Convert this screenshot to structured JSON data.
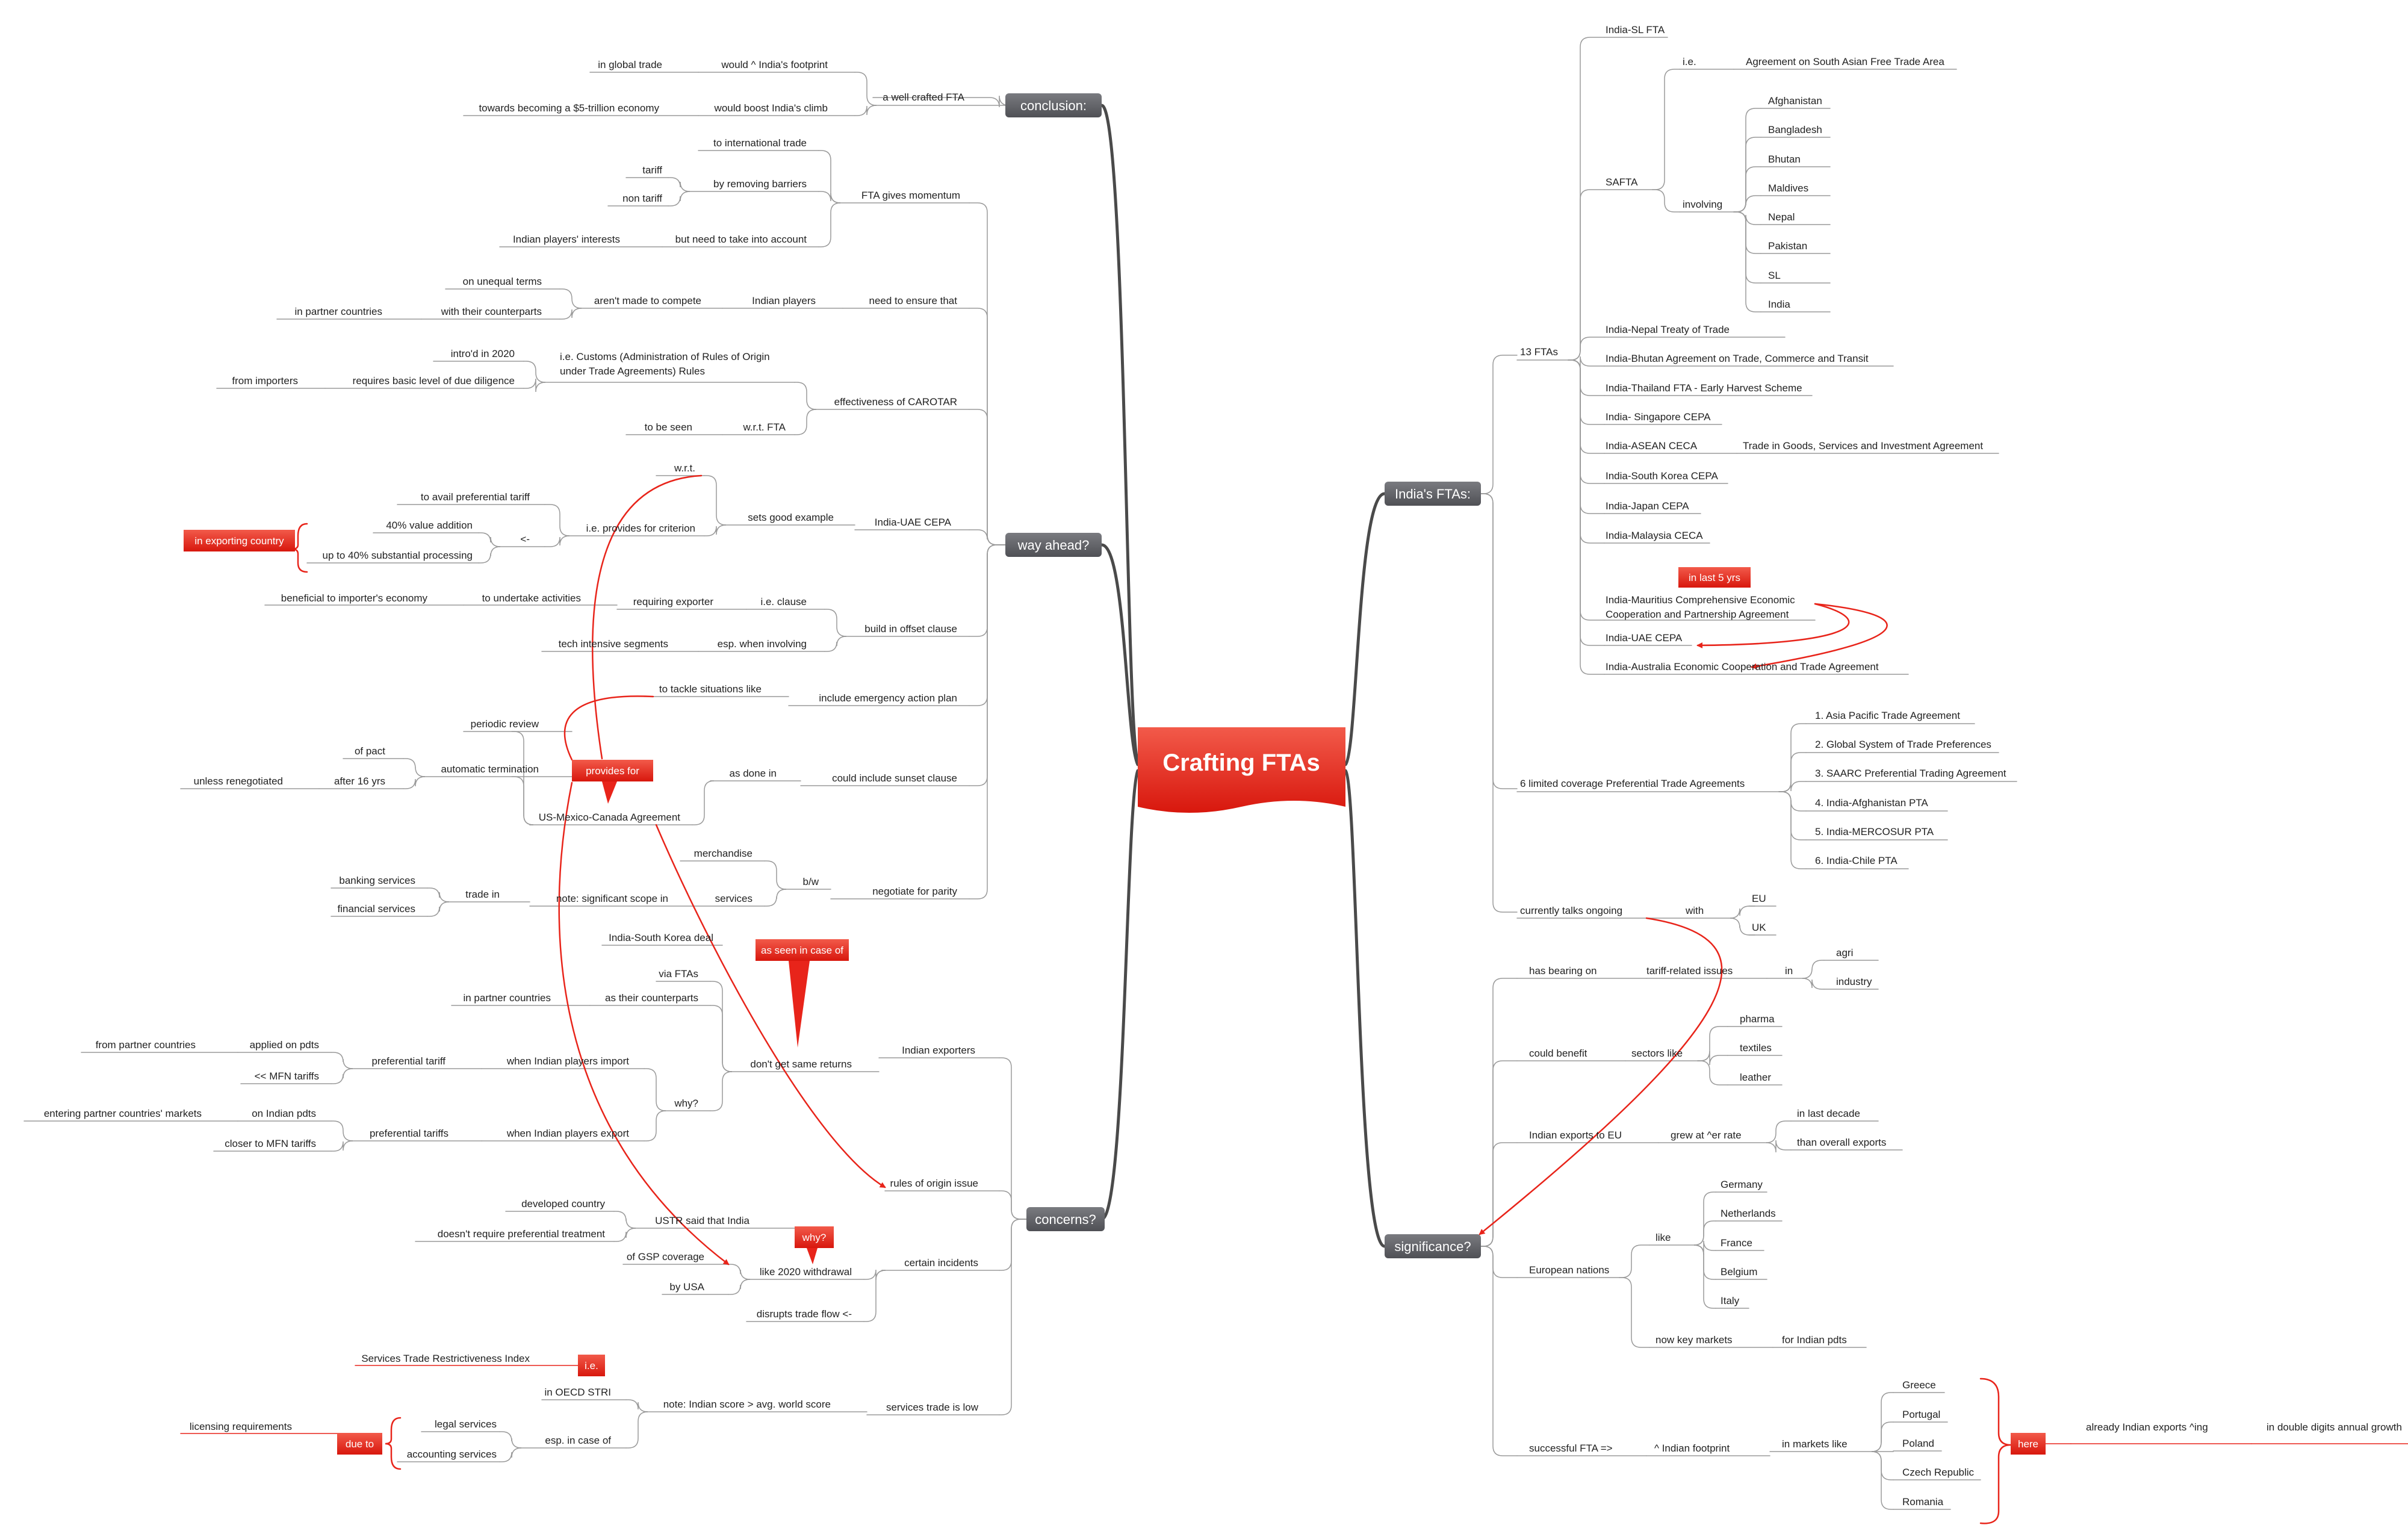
{
  "colors": {
    "line": "#9a9a9a",
    "branch": "#4a4a4a",
    "accent": "#e8241a",
    "header": "#5d5e63"
  },
  "central": "Crafting FTAs",
  "headers": {
    "india": "India's FTAs:",
    "significance": "significance?",
    "conclusion": "conclusion:",
    "way": "way ahead?",
    "concerns": "concerns?"
  },
  "nodes": {
    "i_sl": "India-SL FTA",
    "i_ie": "i.e.",
    "i_safta_full": "Agreement on South Asian Free Trade Area",
    "c_afg": "Afghanistan",
    "c_bang": "Bangladesh",
    "c_bhu": "Bhutan",
    "c_mal": "Maldives",
    "c_nep": "Nepal",
    "c_pak": "Pakistan",
    "c_sl": "SL",
    "c_ind": "India",
    "i_involving": "involving",
    "i_safta": "SAFTA",
    "i_nepal": "India-Nepal Treaty of Trade",
    "i_bhutan": "India-Bhutan Agreement on Trade, Commerce and Transit",
    "i_thai": "India-Thailand FTA - Early Harvest Scheme",
    "i_sing": "India- Singapore CEPA",
    "i_asean": "India-ASEAN CECA",
    "i_asean_note": "Trade in Goods, Services and Investment Agreement",
    "i_korea": "India-South Korea CEPA",
    "i_japan": "India-Japan CEPA",
    "i_malaysia": "India-Malaysia CECA",
    "i_mauri1": "India-Mauritius Comprehensive Economic",
    "i_mauri2": "Cooperation and Partnership Agreement",
    "i_uae": "India-UAE CEPA",
    "i_aus": "India-Australia Economic Cooperation and Trade Agreement",
    "i_13": "13 FTAs",
    "p1": "1. Asia Pacific Trade Agreement",
    "p2": "2. Global System of Trade Preferences",
    "p3": "3. SAARC Preferential Trading Agreement",
    "p4": "4. India-Afghanistan PTA",
    "p5": "5. India-MERCOSUR PTA",
    "p6": "6. India-Chile PTA",
    "i_pta": "6 limited coverage Preferential Trade Agreements",
    "i_talks": "currently talks ongoing",
    "i_with": "with",
    "i_eu": "EU",
    "i_uk": "UK",
    "s_bearing": "has bearing on",
    "s_tariff": "tariff-related issues",
    "s_in": "in",
    "s_agri": "agri",
    "s_industry": "industry",
    "s_benefit": "could benefit",
    "s_sectors": "sectors like",
    "s_pharma": "pharma",
    "s_textiles": "textiles",
    "s_leather": "leather",
    "s_eu_exp": "Indian exports to EU",
    "s_grew": "grew at ^er rate",
    "s_decade": "in last decade",
    "s_overall": "than overall exports",
    "s_euro": "European nations",
    "s_like": "like",
    "s_ger": "Germany",
    "s_neth": "Netherlands",
    "s_fra": "France",
    "s_bel": "Belgium",
    "s_ita": "Italy",
    "s_key": "now key markets",
    "s_forpdts": "for Indian pdts",
    "s_succ": "successful FTA =>",
    "s_foot": "^ Indian footprint",
    "s_markets": "in markets like",
    "s_gre": "Greece",
    "s_por": "Portugal",
    "s_pol": "Poland",
    "s_cze": "Czech Republic",
    "s_rom": "Romania",
    "s_already": "already Indian exports ^ing",
    "s_double": "in double digits annual growth",
    "cn_wellfta": "a well crafted FTA",
    "cn_footprint": "would ^ India's footprint",
    "cn_global": "in global trade",
    "cn_climb": "would boost India's climb",
    "cn_5tn": "towards becoming a $5-trillion economy",
    "w_momentum": "FTA gives momentum",
    "w_intl": "to international trade",
    "w_removing": "by removing barriers",
    "w_tariff": "tariff",
    "w_nontariff": "non tariff",
    "w_butneed": "but need to take into account",
    "w_interests": "Indian players' interests",
    "w_ensure": "need to ensure that",
    "w_players": "Indian players",
    "w_arent": "aren't made to compete",
    "w_unequal": "on unequal terms",
    "w_counter": "with their counterparts",
    "w_partner": "in partner countries",
    "w_carotar": "effectiveness of CAROTAR",
    "w_customs1": "i.e. Customs (Administration of Rules of Origin",
    "w_customs2": "under Trade Agreements) Rules",
    "w_intro": "intro'd in 2020",
    "w_requires": "requires basic level of due diligence",
    "w_importers": "from importers",
    "w_wrtfta": "w.r.t. FTA",
    "w_tobeseen": "to be seen",
    "w_uaecepa": "India-UAE CEPA",
    "w_benchmark": "sets good example",
    "w_wrt": "w.r.t.",
    "w_criterion": "i.e. provides for criterion",
    "w_avail": "to avail preferential tariff",
    "w_arrow": "<-",
    "w_40va": "40% value addition",
    "w_40sub": "up to 40% substantial processing",
    "w_offset": "build in offset clause",
    "w_ieclause": "i.e. clause",
    "w_reqexp": "requiring exporter",
    "w_undertake": "to undertake activities",
    "w_beneficial": "beneficial to importer's economy",
    "w_esp": "esp. when involving",
    "w_tech": "tech intensive segments",
    "w_emerg": "include emergency action plan",
    "w_tackle": "to tackle situations like",
    "w_sunset": "could include sunset clause",
    "w_asdone": "as done in",
    "w_usmca": "US-Mexico-Canada Agreement",
    "w_periodic": "periodic review",
    "w_autoterm": "automatic termination",
    "w_ofpact": "of pact",
    "w_after16": "after 16 yrs",
    "w_unless": "unless renegotiated",
    "w_parity": "negotiate for parity",
    "w_bw": "b/w",
    "w_merch": "merchandise",
    "w_services": "services",
    "w_note": "note: significant scope in",
    "w_tradein": "trade in",
    "w_banking": "banking services",
    "w_financial": "financial services",
    "k_korea": "India-South Korea deal",
    "k_viafta": "via FTAs",
    "k_exporters": "Indian exporters",
    "k_dont": "don't get same returns",
    "k_ascounter": "as their counterparts",
    "k_inpartner": "in partner countries",
    "k_why": "why?",
    "k_whenimport": "when Indian players import",
    "k_preftariff": "preferential tariff",
    "k_applied": "applied on pdts",
    "k_frompartner": "from partner countries",
    "k_mfn": "<< MFN tariffs",
    "k_whenexport": "when Indian players export",
    "k_preftariffs": "preferential tariffs",
    "k_onindian": "on Indian pdts",
    "k_entering": "entering partner countries' markets",
    "k_closer": "closer to MFN tariffs",
    "k_rules": "rules of origin issue",
    "k_incidents": "certain incidents",
    "k_like2020": "like 2020 withdrawal",
    "k_gsp": "of GSP coverage",
    "k_byusa": "by USA",
    "k_disrupts": "disrupts trade flow <-",
    "k_ustr": "USTR said that India",
    "k_developed": "developed country",
    "k_doesnt": "doesn't require preferential treatment",
    "k_servlow": "services trade is low",
    "k_note": "note: Indian score > avg. world score",
    "k_oecd": "in OECD STRI",
    "k_stri": "Services Trade Restrictiveness Index",
    "k_espcase": "esp. in case of",
    "k_legal": "legal services",
    "k_acct": "accounting services",
    "k_licensing": "licensing requirements"
  },
  "callouts": {
    "last5": "in last 5 yrs",
    "here": "here",
    "exporting": "in exporting country",
    "provides": "provides for",
    "asseen": "as seen in case of",
    "why": "why?",
    "ie": "i.e.",
    "dueto": "due to"
  }
}
